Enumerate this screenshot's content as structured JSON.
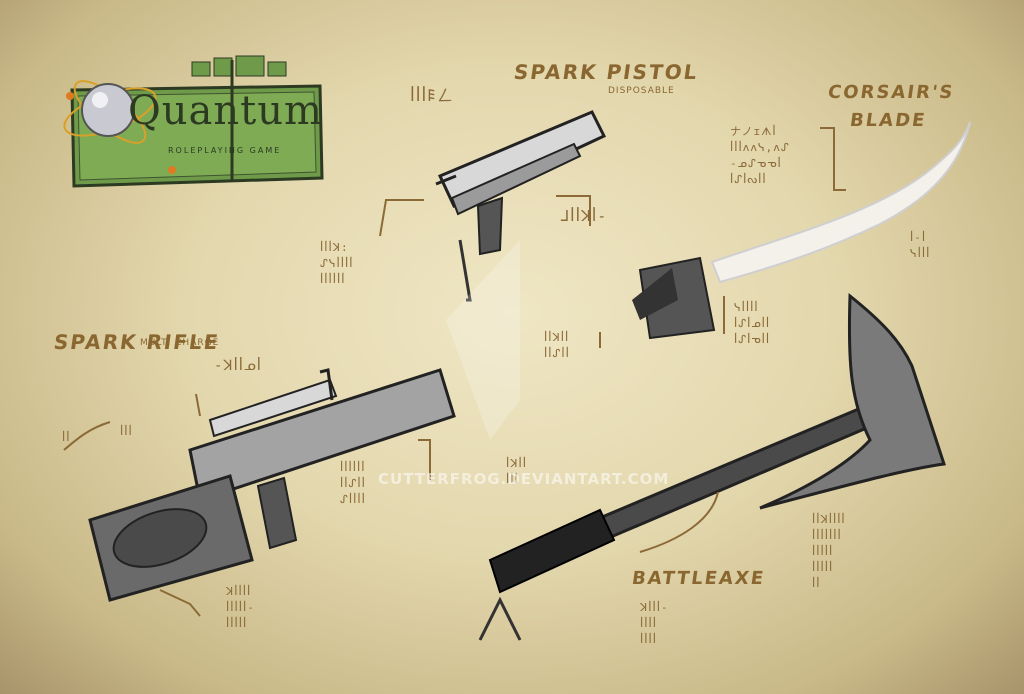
{
  "logo": {
    "word": "Quantum",
    "subtitle": "ROLEPLAYING GAME"
  },
  "labels": {
    "spark_pistol": "SPARK PISTOL",
    "spark_pistol_sub": "DISPOSABLE",
    "spark_rifle": "SPARK RIFLE",
    "spark_rifle_sub": "MULTI CHARGE",
    "corsairs_blade_line1": "CORSAIR'S",
    "corsairs_blade_line2": "BLADE",
    "battleaxe": "BATTLEAXE"
  },
  "watermark": "CUTTERFROG.DEVIANTART.COM",
  "colors": {
    "ink": "#7a5a2a",
    "logo_green": "#6f9a4a",
    "paper": "#e6dbb3"
  }
}
